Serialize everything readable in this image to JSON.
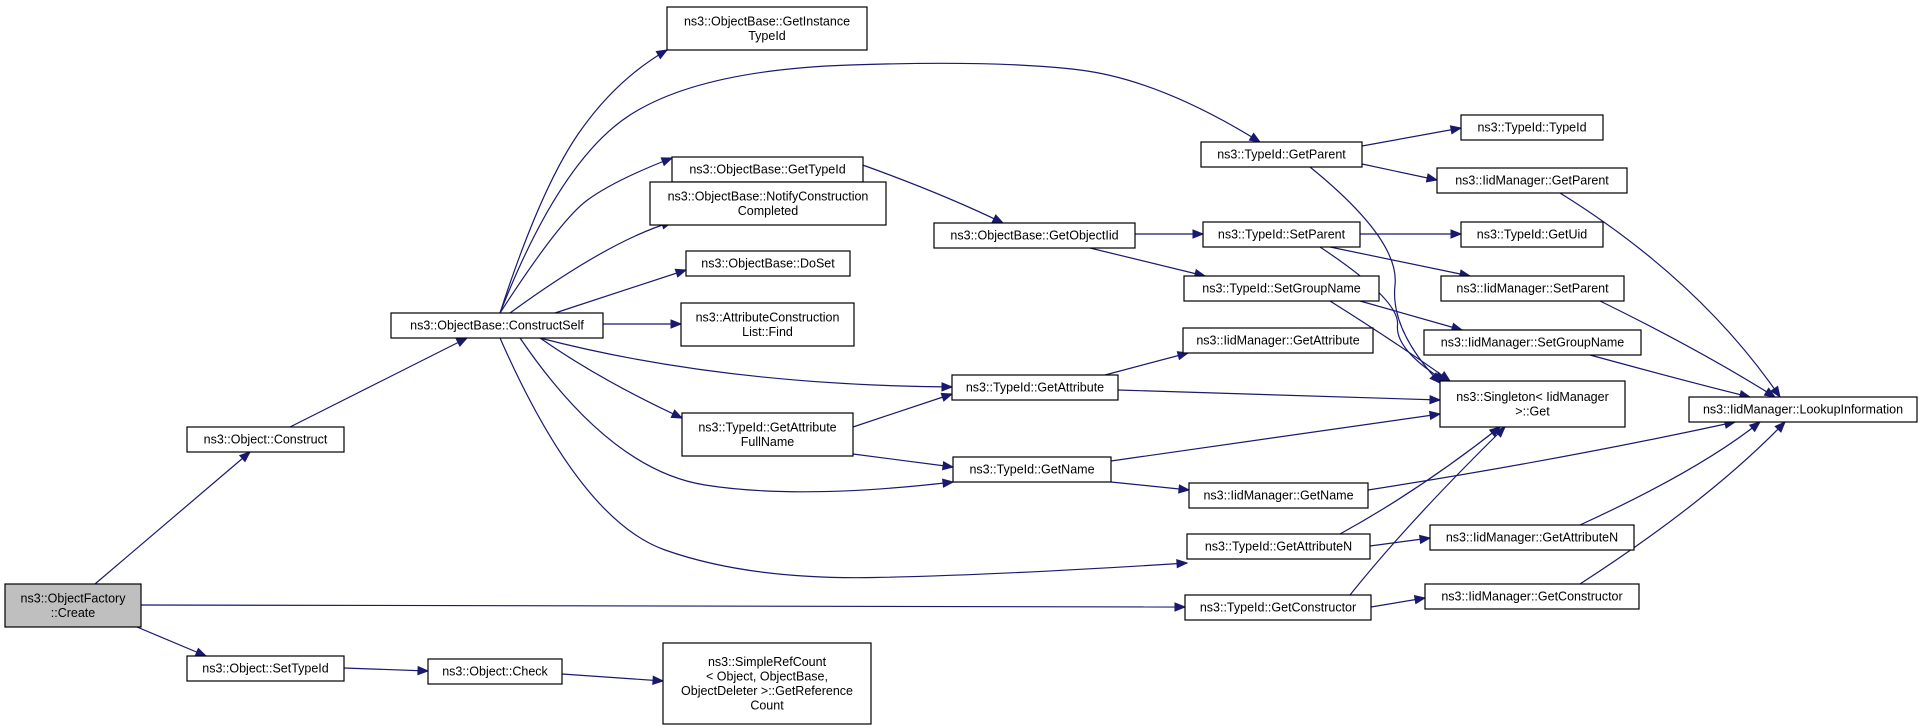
{
  "diagram": {
    "colors": {
      "root_fill": "#bfbfbf",
      "node_fill": "#ffffff",
      "border": "#000000",
      "edge": "#191970"
    },
    "nodes": [
      {
        "id": "create",
        "lines": [
          "ns3::ObjectFactory",
          "::Create"
        ],
        "root": true
      },
      {
        "id": "construct",
        "lines": [
          "ns3::Object::Construct"
        ]
      },
      {
        "id": "settypeid",
        "lines": [
          "ns3::Object::SetTypeId"
        ]
      },
      {
        "id": "constructself",
        "lines": [
          "ns3::ObjectBase::ConstructSelf"
        ]
      },
      {
        "id": "check",
        "lines": [
          "ns3::Object::Check"
        ]
      },
      {
        "id": "getinstancetypeid",
        "lines": [
          "ns3::ObjectBase::GetInstance",
          "TypeId"
        ]
      },
      {
        "id": "gettypeid",
        "lines": [
          "ns3::ObjectBase::GetTypeId"
        ]
      },
      {
        "id": "notifyconstruction",
        "lines": [
          "ns3::ObjectBase::NotifyConstruction",
          "Completed"
        ]
      },
      {
        "id": "doset",
        "lines": [
          "ns3::ObjectBase::DoSet"
        ]
      },
      {
        "id": "attrlistfind",
        "lines": [
          "ns3::AttributeConstruction",
          "List::Find"
        ]
      },
      {
        "id": "getattributefullname",
        "lines": [
          "ns3::TypeId::GetAttribute",
          "FullName"
        ]
      },
      {
        "id": "simplerefcount",
        "lines": [
          "ns3::SimpleRefCount",
          "< Object, ObjectBase,",
          "ObjectDeleter >::GetReference",
          "Count"
        ]
      },
      {
        "id": "getobjectiid",
        "lines": [
          "ns3::ObjectBase::GetObjectIid"
        ]
      },
      {
        "id": "getattribute",
        "lines": [
          "ns3::TypeId::GetAttribute"
        ]
      },
      {
        "id": "getname",
        "lines": [
          "ns3::TypeId::GetName"
        ]
      },
      {
        "id": "getparent",
        "lines": [
          "ns3::TypeId::GetParent"
        ]
      },
      {
        "id": "setparent",
        "lines": [
          "ns3::TypeId::SetParent"
        ]
      },
      {
        "id": "setgroupname",
        "lines": [
          "ns3::TypeId::SetGroupName"
        ]
      },
      {
        "id": "iid_getattribute",
        "lines": [
          "ns3::IidManager::GetAttribute"
        ]
      },
      {
        "id": "iid_getname",
        "lines": [
          "ns3::IidManager::GetName"
        ]
      },
      {
        "id": "getattributen",
        "lines": [
          "ns3::TypeId::GetAttributeN"
        ]
      },
      {
        "id": "getconstructor",
        "lines": [
          "ns3::TypeId::GetConstructor"
        ]
      },
      {
        "id": "typeid_ctor",
        "lines": [
          "ns3::TypeId::TypeId"
        ]
      },
      {
        "id": "iid_getparent",
        "lines": [
          "ns3::IidManager::GetParent"
        ]
      },
      {
        "id": "getuid",
        "lines": [
          "ns3::TypeId::GetUid"
        ]
      },
      {
        "id": "iid_setparent",
        "lines": [
          "ns3::IidManager::SetParent"
        ]
      },
      {
        "id": "iid_setgroupname",
        "lines": [
          "ns3::IidManager::SetGroupName"
        ]
      },
      {
        "id": "singleton_get",
        "lines": [
          "ns3::Singleton< IidManager",
          ">::Get"
        ]
      },
      {
        "id": "iid_getattributen",
        "lines": [
          "ns3::IidManager::GetAttributeN"
        ]
      },
      {
        "id": "iid_getconstructor",
        "lines": [
          "ns3::IidManager::GetConstructor"
        ]
      },
      {
        "id": "lookupinformation",
        "lines": [
          "ns3::IidManager::LookupInformation"
        ]
      }
    ],
    "edges": [
      {
        "from": "create",
        "to": "construct"
      },
      {
        "from": "create",
        "to": "settypeid"
      },
      {
        "from": "create",
        "to": "getconstructor"
      },
      {
        "from": "construct",
        "to": "constructself"
      },
      {
        "from": "settypeid",
        "to": "check"
      },
      {
        "from": "check",
        "to": "simplerefcount"
      },
      {
        "from": "constructself",
        "to": "getinstancetypeid"
      },
      {
        "from": "constructself",
        "to": "getparent"
      },
      {
        "from": "constructself",
        "to": "gettypeid"
      },
      {
        "from": "constructself",
        "to": "notifyconstruction"
      },
      {
        "from": "constructself",
        "to": "doset"
      },
      {
        "from": "constructself",
        "to": "attrlistfind"
      },
      {
        "from": "constructself",
        "to": "getattribute"
      },
      {
        "from": "constructself",
        "to": "getattributefullname"
      },
      {
        "from": "constructself",
        "to": "getname"
      },
      {
        "from": "constructself",
        "to": "getattributen"
      },
      {
        "from": "gettypeid",
        "to": "getobjectiid"
      },
      {
        "from": "getobjectiid",
        "to": "setparent"
      },
      {
        "from": "getobjectiid",
        "to": "setgroupname"
      },
      {
        "from": "getattributefullname",
        "to": "getattribute"
      },
      {
        "from": "getattributefullname",
        "to": "getname"
      },
      {
        "from": "getattribute",
        "to": "iid_getattribute"
      },
      {
        "from": "getattribute",
        "to": "singleton_get"
      },
      {
        "from": "getname",
        "to": "iid_getname"
      },
      {
        "from": "getname",
        "to": "singleton_get"
      },
      {
        "from": "getparent",
        "to": "typeid_ctor"
      },
      {
        "from": "getparent",
        "to": "iid_getparent"
      },
      {
        "from": "getparent",
        "to": "singleton_get"
      },
      {
        "from": "setparent",
        "to": "getuid"
      },
      {
        "from": "setparent",
        "to": "iid_setparent"
      },
      {
        "from": "setparent",
        "to": "singleton_get"
      },
      {
        "from": "setgroupname",
        "to": "iid_setgroupname"
      },
      {
        "from": "setgroupname",
        "to": "singleton_get"
      },
      {
        "from": "getattributen",
        "to": "iid_getattributen"
      },
      {
        "from": "getattributen",
        "to": "singleton_get"
      },
      {
        "from": "getconstructor",
        "to": "iid_getconstructor"
      },
      {
        "from": "getconstructor",
        "to": "singleton_get"
      },
      {
        "from": "iid_getparent",
        "to": "lookupinformation"
      },
      {
        "from": "iid_setparent",
        "to": "lookupinformation"
      },
      {
        "from": "iid_setgroupname",
        "to": "lookupinformation"
      },
      {
        "from": "iid_getname",
        "to": "lookupinformation"
      },
      {
        "from": "iid_getattributen",
        "to": "lookupinformation"
      },
      {
        "from": "iid_getconstructor",
        "to": "lookupinformation"
      }
    ]
  }
}
